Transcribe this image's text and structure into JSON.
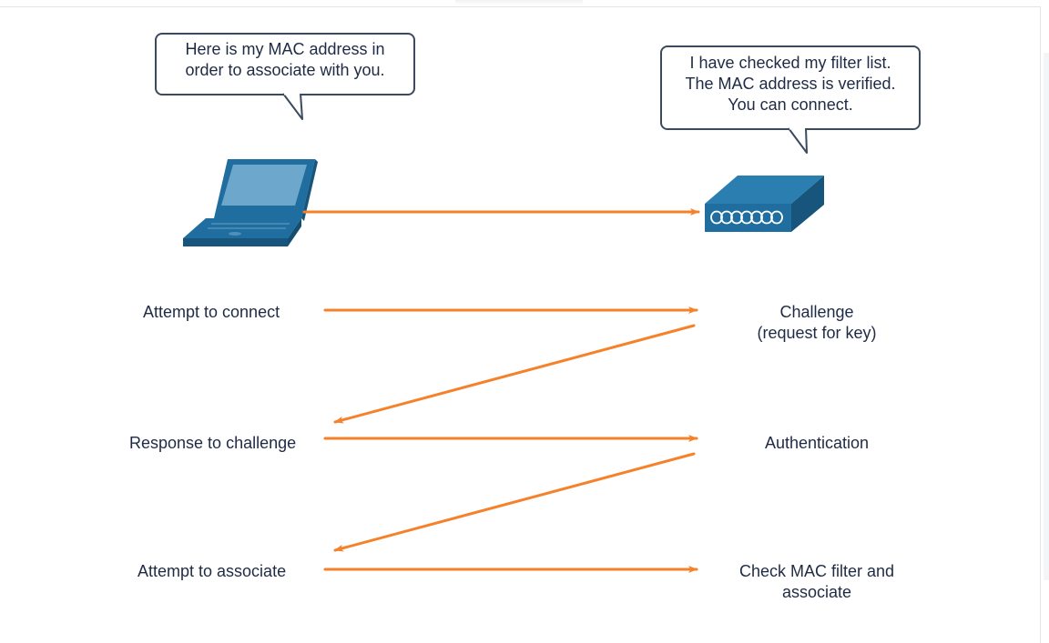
{
  "bubbles": {
    "client": {
      "line1": "Here is my MAC address in",
      "line2": "order to associate with you."
    },
    "ap": {
      "line1": "I have checked my filter list.",
      "line2": "The MAC address is verified.",
      "line3": "You can connect."
    }
  },
  "steps": {
    "left": [
      "Attempt to connect",
      "Response to challenge",
      "Attempt to associate"
    ],
    "right": [
      {
        "line1": "Challenge",
        "line2": "(request for key)"
      },
      {
        "line1": "Authentication",
        "line2": ""
      },
      {
        "line1": "Check MAC filter and",
        "line2": "associate"
      }
    ]
  },
  "colors": {
    "arrow": "#f5822a",
    "device": "#1f6e9f",
    "device_dark": "#17557c",
    "bubble_border": "#3b4a5e"
  },
  "icons": {
    "client": "laptop-icon",
    "ap": "access-point-icon"
  }
}
